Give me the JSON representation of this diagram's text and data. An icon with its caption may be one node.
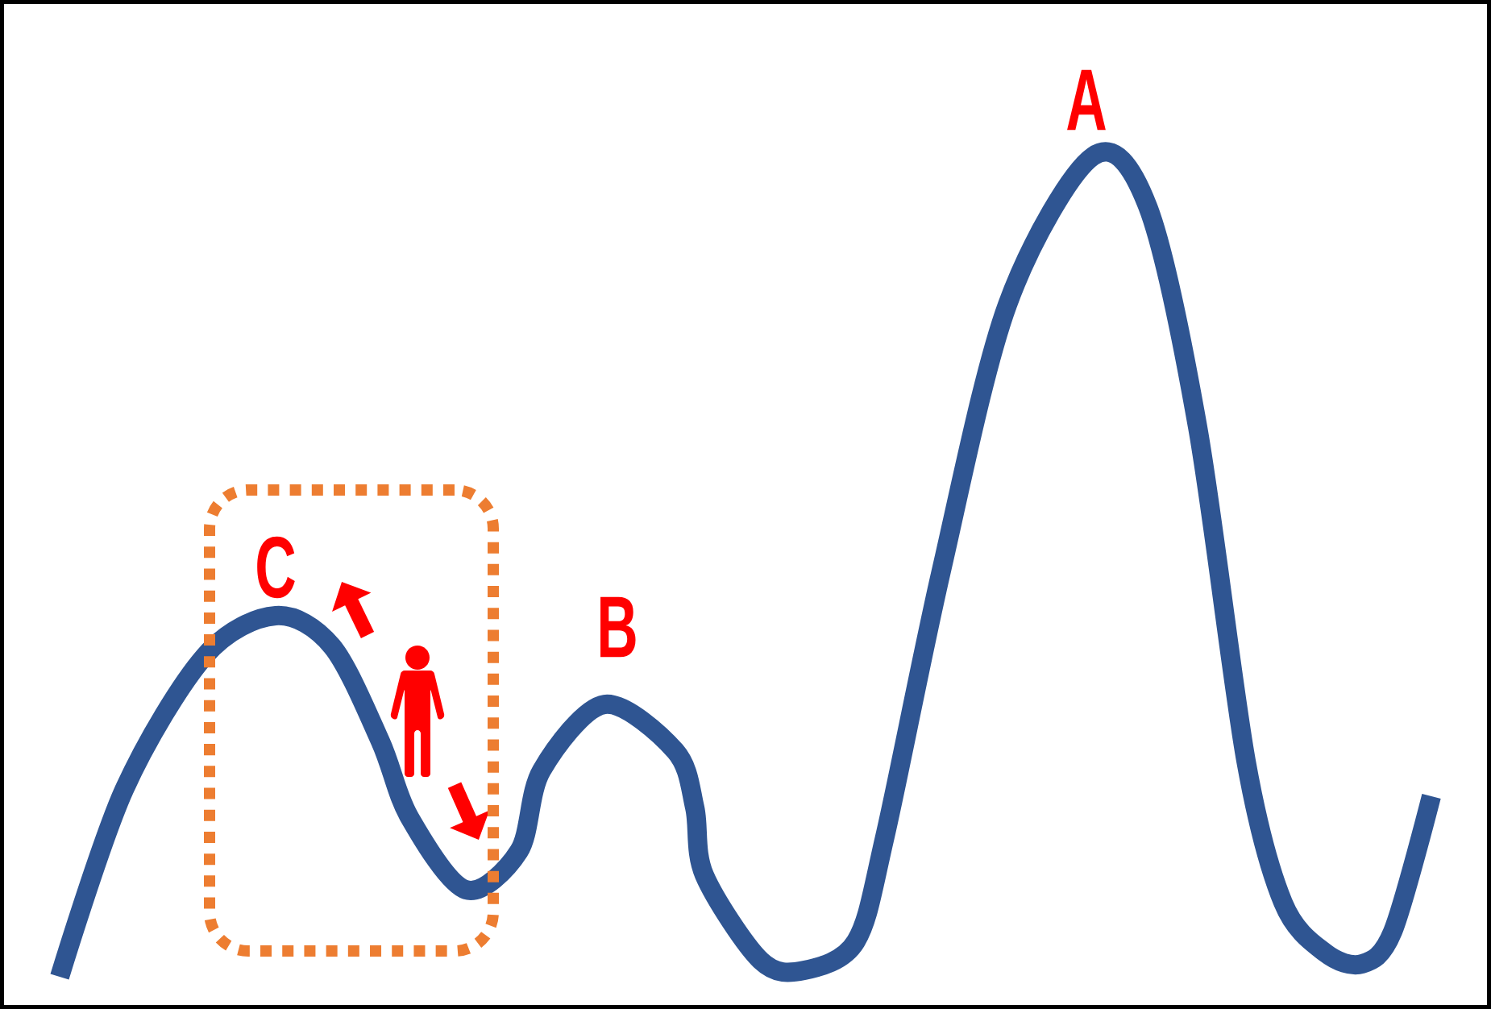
{
  "diagram": {
    "nodes": [
      {
        "text": [],
        "shape": "box"
      },
      {
        "text": [],
        "shape": "person",
        "in": 0
      }
    ],
    "labels": [
      "A",
      "C",
      "B"
    ]
  }
}
